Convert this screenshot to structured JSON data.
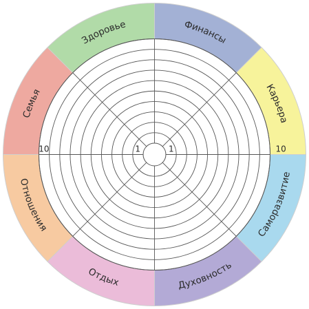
{
  "wheel": {
    "segments": [
      {
        "label": "Финансы",
        "color": "#a3b1d5"
      },
      {
        "label": "Карьера",
        "color": "#f7f39b"
      },
      {
        "label": "Саморазвитие",
        "color": "#a9d9ee"
      },
      {
        "label": "Духовность",
        "color": "#b3aad6"
      },
      {
        "label": "Отдых",
        "color": "#ebbcd9"
      },
      {
        "label": "Отношения",
        "color": "#f7caa1"
      },
      {
        "label": "Семья",
        "color": "#eea9a0"
      },
      {
        "label": "Здоровье",
        "color": "#b1dba8"
      }
    ],
    "scale_min": "1",
    "scale_max": "10",
    "rings": 10,
    "line_color": "#555555",
    "outer_stroke": "#cfcfcf"
  }
}
